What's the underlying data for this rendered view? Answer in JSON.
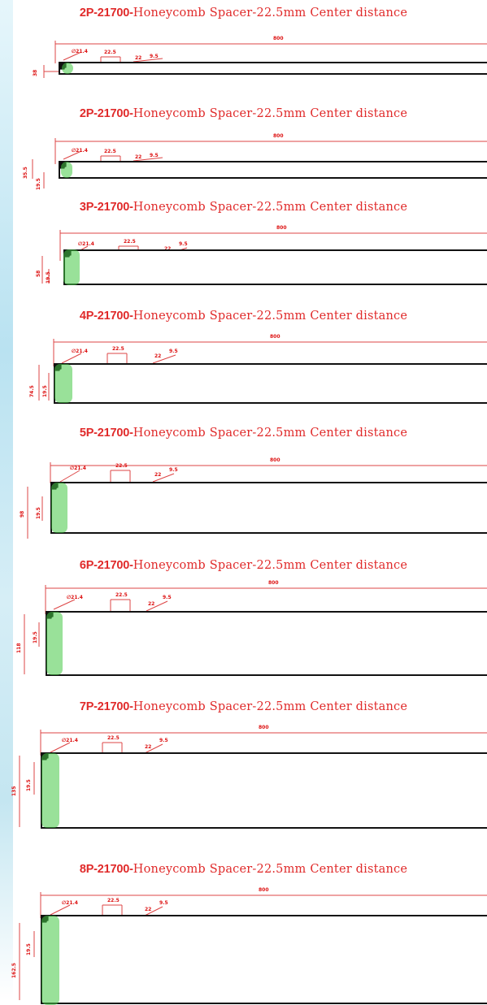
{
  "colors": {
    "title": "#e02a2a",
    "dimension": "#d44444",
    "board_line": "#111111",
    "highlight_cell": "#46c846"
  },
  "panels": [
    {
      "title_prefix": "2P-21700-",
      "title_rest": "Honeycomb Spacer-22.5mm Center distance",
      "rows": 2,
      "dims": {
        "length": "800",
        "hole": "∅21.4",
        "pitch": "22.5",
        "gap": "22",
        "edge": "9.5",
        "height": "38",
        "sub": ""
      }
    },
    {
      "title_prefix": "2P-21700-",
      "title_rest": "Honeycomb Spacer-22.5mm Center distance",
      "rows": 2,
      "dims": {
        "length": "800",
        "hole": "∅21.4",
        "pitch": "22.5",
        "gap": "22",
        "edge": "9.5",
        "height": "35.5",
        "sub": "19.5"
      }
    },
    {
      "title_prefix": "3P-21700-",
      "title_rest": "Honeycomb Spacer-22.5mm Center distance",
      "rows": 3,
      "dims": {
        "length": "800",
        "hole": "∅21.4",
        "pitch": "22.5",
        "gap": "22",
        "edge": "9.5",
        "height": "58",
        "sub": "19.5"
      }
    },
    {
      "title_prefix": "4P-21700-",
      "title_rest": "Honeycomb Spacer-22.5mm Center distance",
      "rows": 4,
      "dims": {
        "length": "800",
        "hole": "∅21.4",
        "pitch": "22.5",
        "gap": "22",
        "edge": "9.5",
        "height": "74.5",
        "sub": "19.5"
      }
    },
    {
      "title_prefix": "5P-21700-",
      "title_rest": "Honeycomb Spacer-22.5mm Center distance",
      "rows": 5,
      "dims": {
        "length": "800",
        "hole": "∅21.4",
        "pitch": "22.5",
        "gap": "22",
        "edge": "9.5",
        "height": "98",
        "sub": "19.5"
      }
    },
    {
      "title_prefix": "6P-21700-",
      "title_rest": "Honeycomb Spacer-22.5mm Center distance",
      "rows": 6,
      "dims": {
        "length": "800",
        "hole": "∅21.4",
        "pitch": "22.5",
        "gap": "22",
        "edge": "9.5",
        "height": "118",
        "sub": "19.5"
      }
    },
    {
      "title_prefix": "7P-21700-",
      "title_rest": "Honeycomb Spacer-22.5mm Center distance",
      "rows": 7,
      "dims": {
        "length": "800",
        "hole": "∅21.4",
        "pitch": "22.5",
        "gap": "22",
        "edge": "9.5",
        "height": "135",
        "sub": "19.5"
      }
    },
    {
      "title_prefix": "8P-21700-",
      "title_rest": "Honeycomb Spacer-22.5mm Center distance",
      "rows": 8,
      "dims": {
        "length": "800",
        "hole": "∅21.4",
        "pitch": "22.5",
        "gap": "22",
        "edge": "9.5",
        "height": "162.5",
        "sub": "19.5"
      }
    }
  ]
}
